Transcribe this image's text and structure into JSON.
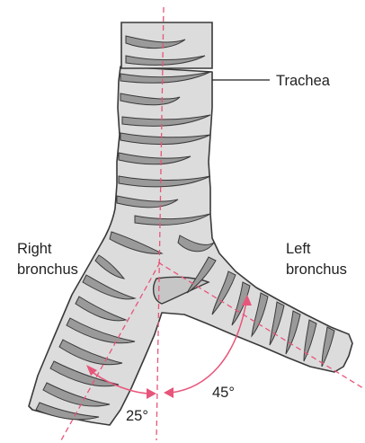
{
  "labels": {
    "trachea": "Trachea",
    "right_bronchus_line1": "Right",
    "right_bronchus_line2": "bronchus",
    "left_bronchus_line1": "Left",
    "left_bronchus_line2": "bronchus"
  },
  "angles": {
    "right": "25°",
    "left": "45°"
  },
  "colors": {
    "tissue_fill": "#dcdcdc",
    "outline": "#3a3a3a",
    "cartilage_ring": "#9a9a9a",
    "guide_lines": "#e8557a",
    "label_text": "#222222"
  }
}
